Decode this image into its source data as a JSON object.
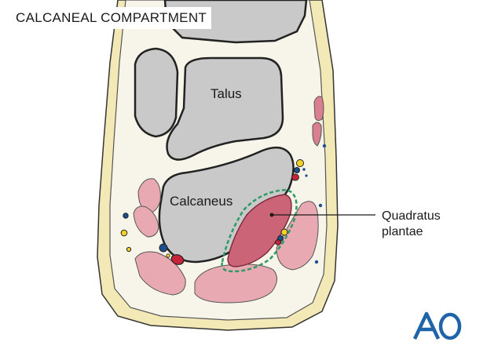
{
  "title": "CALCANEAL COMPARTMENT",
  "labels": {
    "talus": "Talus",
    "calcaneus": "Calcaneus",
    "callout_line1": "Quadratus",
    "callout_line2": "plantae"
  },
  "logo": {
    "text": "AO",
    "color": "#1f63a8"
  },
  "colors": {
    "skin_fat": "#f3e9b6",
    "soft_tissue": "#f7f4ea",
    "bone": "#c9c9c9",
    "muscle": "#e8a9b2",
    "highlight_muscle": "#cc6477",
    "compartment_outline": "#2e9a66",
    "artery": "#c7243a",
    "vein": "#1d4f8c",
    "nerve": "#f2d227"
  }
}
